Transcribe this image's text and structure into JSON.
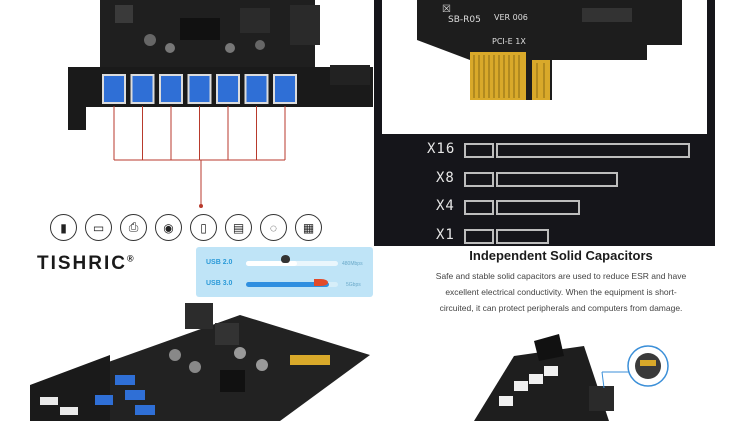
{
  "brand": {
    "name": "TISHRIC",
    "mark": "®"
  },
  "pcb_text": {
    "model": "SB-R05",
    "version": "VER 006",
    "interface": "PCI-E 1X"
  },
  "slots": [
    {
      "label": "X16",
      "fraction": 1.0
    },
    {
      "label": "X8",
      "fraction": 0.62
    },
    {
      "label": "X4",
      "fraction": 0.42
    },
    {
      "label": "X1",
      "fraction": 0.28
    }
  ],
  "speed": {
    "usb2": {
      "label": "USB 2.0",
      "rate": "480Mbps",
      "fill": 0.55
    },
    "usb3": {
      "label": "USB 3.0",
      "rate": "5Gbps",
      "fill": 0.9
    }
  },
  "device_icons": [
    "hdd-icon",
    "router-icon",
    "printer-icon",
    "webcam-icon",
    "flash-drive-icon",
    "scanner-icon",
    "mouse-icon",
    "keyboard-icon"
  ],
  "capacitors": {
    "title": "Independent Solid Capacitors",
    "lines": [
      "Safe and stable solid capacitors are used to reduce ESR and have",
      "excellent electrical conductivity. When the equipment is short-",
      "circuited, it can protect peripherals and computers from damage."
    ]
  },
  "colors": {
    "pcb": "#1c1c1c",
    "usb_blue": "#2f6fd6",
    "gold": "#d9a92a",
    "accent_red": "#b83a2c",
    "dark_panel": "#15151a"
  }
}
